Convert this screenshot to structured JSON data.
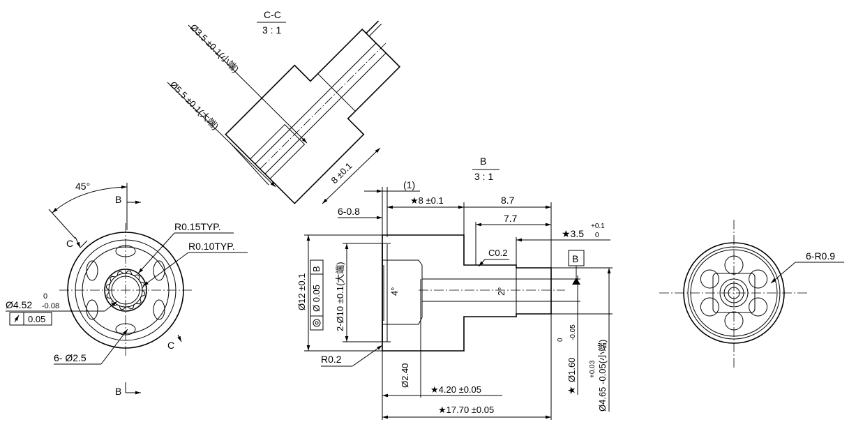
{
  "section_cc": {
    "title": "C-C",
    "scale": "3 : 1"
  },
  "section_cc_dims": {
    "d35": "Ø3.5 ±0.1(小端)",
    "d55": "Ø5.5 ±0.1(大端)",
    "len8": "8 ±0.1"
  },
  "detail_b": {
    "title": "B",
    "scale": "3 : 1"
  },
  "detail_b_dims": {
    "paren1": "(1)",
    "star8": "★8 ±0.1",
    "d87": "8.7",
    "d608": "6-0.8",
    "d77": "7.7",
    "star35": "★3.5",
    "star35_tol_up": "+0.1",
    "star35_tol_dn": "0",
    "c02": "C0.2",
    "datum_b": "B",
    "d12": "Ø12 ±0.1",
    "d10": "2-Ø10 ±0.1(大端)",
    "angle4": "4°",
    "angle2": "2°",
    "r02": "R0.2",
    "d240": "Ø2.40",
    "star420": "★4.20 ±0.05",
    "star1770": "★17.70 ±0.05",
    "d160_star": "★",
    "d160": "Ø1.60",
    "d160_tol": "-0.05",
    "d160_tol_up": "0",
    "d465": "Ø4.65 -0.05(小端)",
    "d465_tol_up": "+0.03",
    "fcf_datum": "B",
    "fcf_sym": "Ø 0.05"
  },
  "front_view": {
    "angle45": "45°",
    "section_b_top": "B",
    "section_c_top": "C",
    "section_c_bot": "C",
    "section_b_bot": "B",
    "r015": "R0.15TYP.",
    "r010": "R0.10TYP.",
    "d452": "Ø4.52",
    "d452_tol_up": "0",
    "d452_tol_dn": "-0.08",
    "runout": "0.05",
    "d25": "6- Ø2.5"
  },
  "rear_view": {
    "r09": "6-R0.9"
  }
}
